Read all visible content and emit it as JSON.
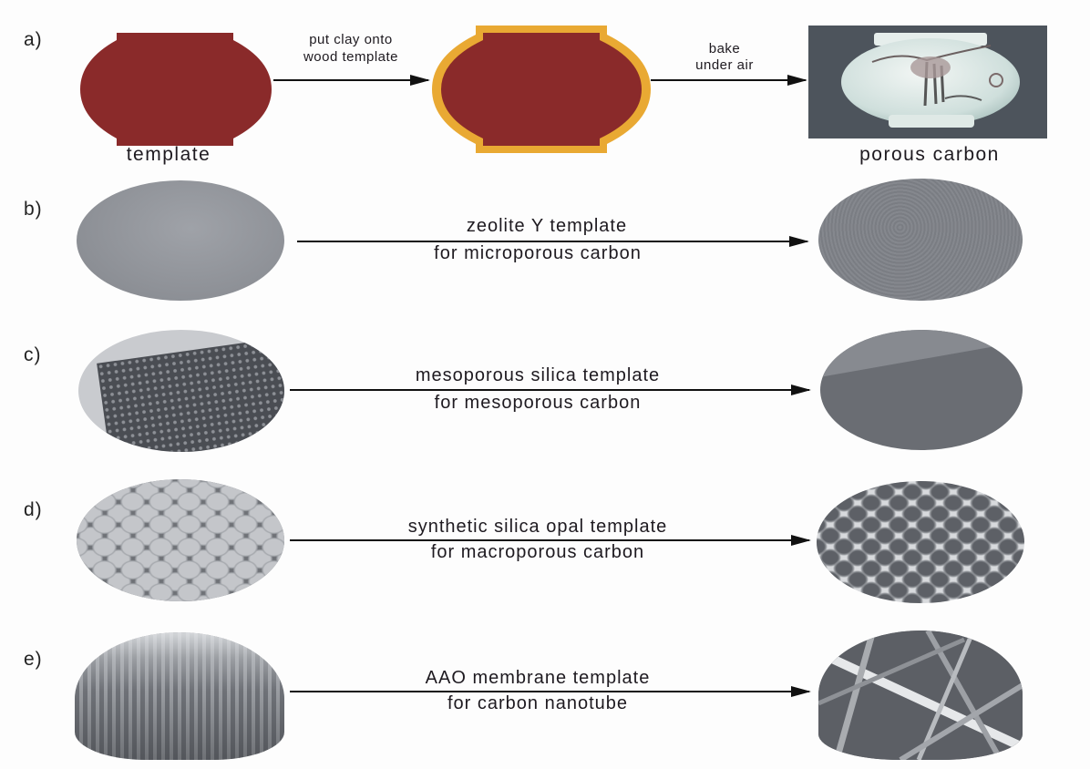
{
  "figure": {
    "rows": [
      {
        "id": "a",
        "label": "a)",
        "steps": [
          {
            "text_above_line1": "put clay onto",
            "text_above_line2": "wood template"
          },
          {
            "text_above_line1": "bake",
            "text_above_line2": "under air"
          }
        ],
        "left_caption": "template",
        "right_caption": "porous carbon",
        "colors": {
          "template": "#8a2a2a",
          "clay_shell": "#e9a933",
          "vase_bg": "#4a5058"
        }
      },
      {
        "id": "b",
        "label": "b)",
        "arrow_above": "zeolite Y template",
        "arrow_below": "for microporous carbon"
      },
      {
        "id": "c",
        "label": "c)",
        "arrow_above": "mesoporous silica template",
        "arrow_below": "for mesoporous carbon"
      },
      {
        "id": "d",
        "label": "d)",
        "arrow_above": "synthetic silica opal template",
        "arrow_below": "for macroporous carbon"
      },
      {
        "id": "e",
        "label": "e)",
        "arrow_above": "AAO membrane template",
        "arrow_below": "for carbon nanotube"
      }
    ]
  }
}
